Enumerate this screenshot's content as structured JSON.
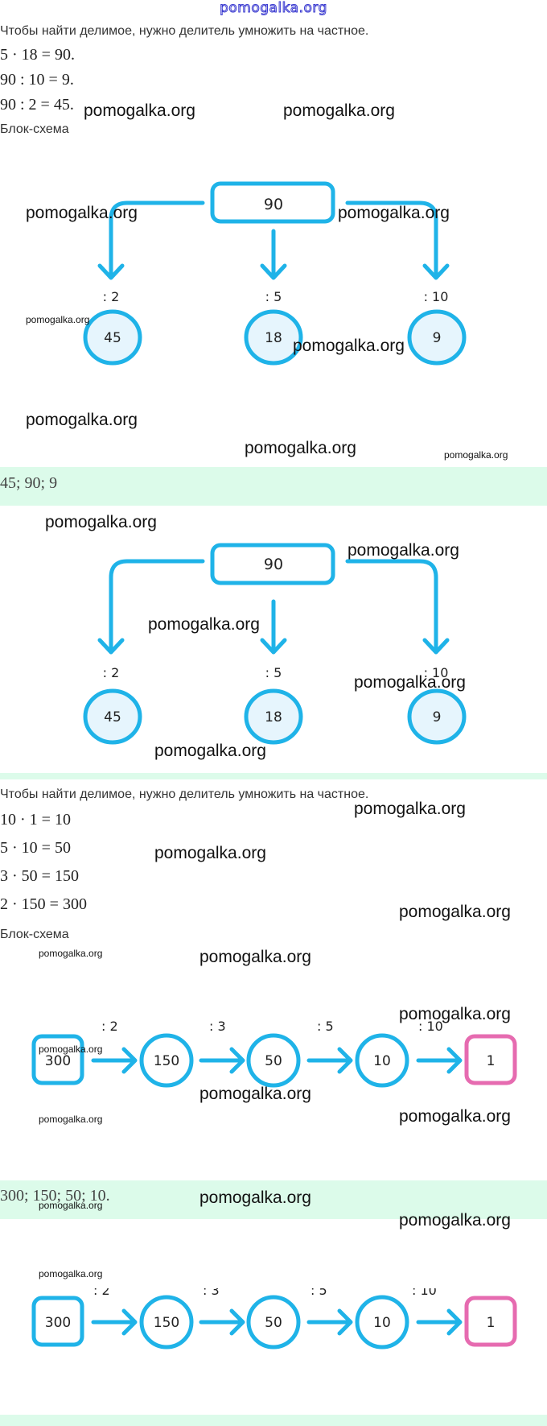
{
  "site": {
    "logo": "pomogalka.org"
  },
  "solution1": {
    "rule": "Чтобы найти делимое, нужно делитель умножить на частное.",
    "equations": [
      "5 · 18 = 90.",
      "90 : 10 = 9.",
      "90 : 2 = 45."
    ],
    "scheme_heading": "Блок-схема",
    "tree": {
      "root": "90",
      "branches": [
        {
          "op": ": 2",
          "value": "45"
        },
        {
          "op": ": 5",
          "value": "18"
        },
        {
          "op": ": 10",
          "value": "9"
        }
      ]
    },
    "answer": "45; 90; 9"
  },
  "solution2": {
    "rule": "Чтобы найти делимое, нужно делитель умножить на частное.",
    "equations": [
      "10 · 1 = 10",
      "5 · 10 = 50",
      "3 · 50 = 150",
      "2 · 150 = 300"
    ],
    "scheme_heading": "Блок-схема",
    "chain": {
      "nodes": [
        "300",
        "150",
        "50",
        "10",
        "1"
      ],
      "ops": [
        ": 2",
        ": 3",
        ": 5",
        ": 10"
      ]
    },
    "answer": "300; 150; 50; 10."
  },
  "watermark": "pomogalka.org",
  "colors": {
    "diagram_blue": "#1fb3e8",
    "circle_fill": "#e6f5fd",
    "end_pink": "#e66bb0",
    "answer_band": "#dcfbea"
  }
}
